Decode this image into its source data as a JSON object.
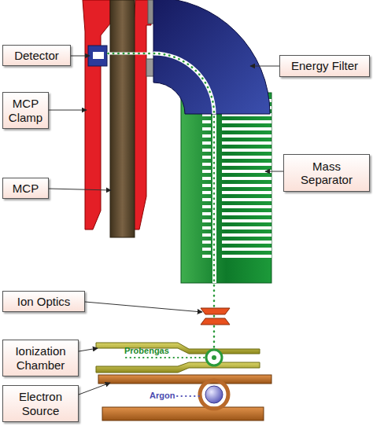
{
  "diagram": {
    "nodes": [
      {
        "text": [
          "Detector"
        ]
      },
      {
        "text": [
          "Energy Filter"
        ]
      },
      {
        "text": [
          "MCP Clamp"
        ]
      },
      {
        "text": [
          "Mass Separator"
        ]
      },
      {
        "text": [
          "MCP"
        ]
      },
      {
        "text": [
          "Ion Optics"
        ]
      },
      {
        "text": [
          "Ionization Chamber"
        ]
      },
      {
        "text": [
          "Electron Source"
        ]
      }
    ],
    "labels": [
      "Probengas",
      "Argon"
    ]
  }
}
